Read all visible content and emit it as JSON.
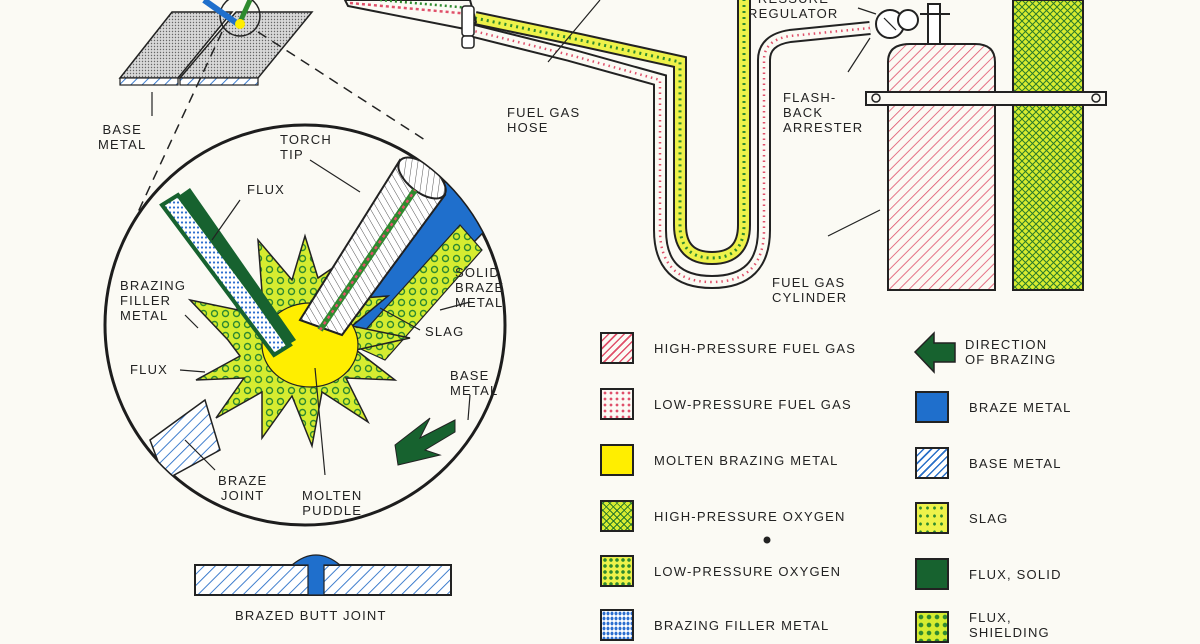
{
  "labels": {
    "pressure_regulator": "PRESSURE\nREGULATOR",
    "base_metal_top": "BASE\nMETAL",
    "fuel_gas_hose": "FUEL GAS\nHOSE",
    "flashback_arrester": "FLASH-\nBACK\nARRESTER",
    "fuel_gas_cylinder": "FUEL GAS\nCYLINDER",
    "torch_tip": "TORCH\nTIP",
    "flux_top": "FLUX",
    "brazing_filler_metal": "BRAZING\nFILLER\nMETAL",
    "flux_left": "FLUX",
    "solid_braze_metal": "SOLID\nBRAZE\nMETAL",
    "slag": "SLAG",
    "base_metal_circle": "BASE\nMETAL",
    "braze_joint": "BRAZE\nJOINT",
    "molten_puddle": "MOLTEN\nPUDDLE",
    "brazed_butt_joint": "BRAZED BUTT JOINT"
  },
  "legend": [
    {
      "label": "HIGH-PRESSURE FUEL GAS",
      "swatch": "sw-hp-fuel"
    },
    {
      "label": "LOW-PRESSURE FUEL GAS",
      "swatch": "sw-lp-fuel"
    },
    {
      "label": "MOLTEN BRAZING METAL",
      "swatch": "sw-molten"
    },
    {
      "label": "HIGH-PRESSURE OXYGEN",
      "swatch": "sw-hp-oxy"
    },
    {
      "label": "LOW-PRESSURE OXYGEN",
      "swatch": "sw-lp-oxy"
    },
    {
      "label": "BRAZING FILLER METAL",
      "swatch": "sw-filler"
    },
    {
      "label": "DIRECTION\nOF BRAZING",
      "swatch": "arrow"
    },
    {
      "label": "BRAZE METAL",
      "swatch": "sw-braze"
    },
    {
      "label": "BASE METAL",
      "swatch": "sw-base"
    },
    {
      "label": "SLAG",
      "swatch": "sw-slag"
    },
    {
      "label": "FLUX, SOLID",
      "swatch": "sw-flux-solid"
    },
    {
      "label": "FLUX,\nSHIELDING",
      "swatch": "sw-flux-shield"
    }
  ],
  "colors": {
    "fuel_red": "#e0506a",
    "oxygen_green": "#2e8a2e",
    "yellow": "#ffee00",
    "braze_blue": "#1f6fcc",
    "flux_dark": "#17622f"
  }
}
